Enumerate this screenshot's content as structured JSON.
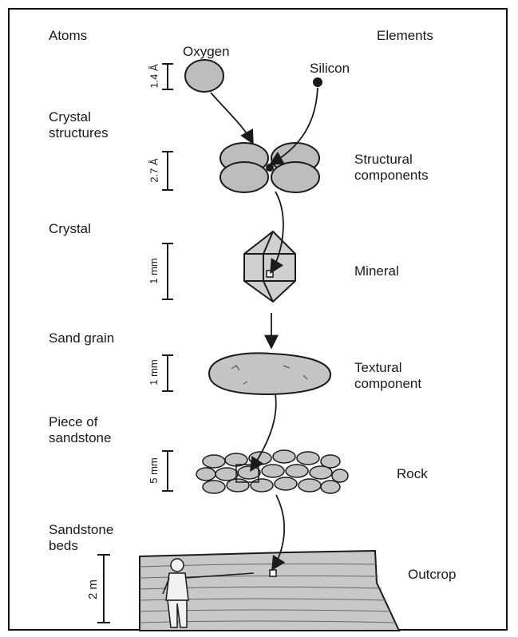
{
  "headers": {
    "left": "Atoms",
    "right": "Elements"
  },
  "atoms": {
    "oxygen": "Oxygen",
    "silicon": "Silicon"
  },
  "left_labels": {
    "crystal_structures": "Crystal\nstructures",
    "crystal": "Crystal",
    "sand_grain": "Sand grain",
    "piece_of_sandstone": "Piece of\nsandstone",
    "sandstone_beds": "Sandstone\nbeds"
  },
  "right_labels": {
    "structural_components": "Structural\ncomponents",
    "mineral": "Mineral",
    "textural_component": "Textural\ncomponent",
    "rock": "Rock",
    "outcrop": "Outcrop"
  },
  "scales": {
    "s1": "1.4 Å",
    "s2": "2.7 Å",
    "s3": "1 mm",
    "s4": "1 mm",
    "s5": "5 mm",
    "s6": "2 m"
  },
  "colors": {
    "fill_gray": "#bdbdbd",
    "ink": "#1a1a1a"
  }
}
